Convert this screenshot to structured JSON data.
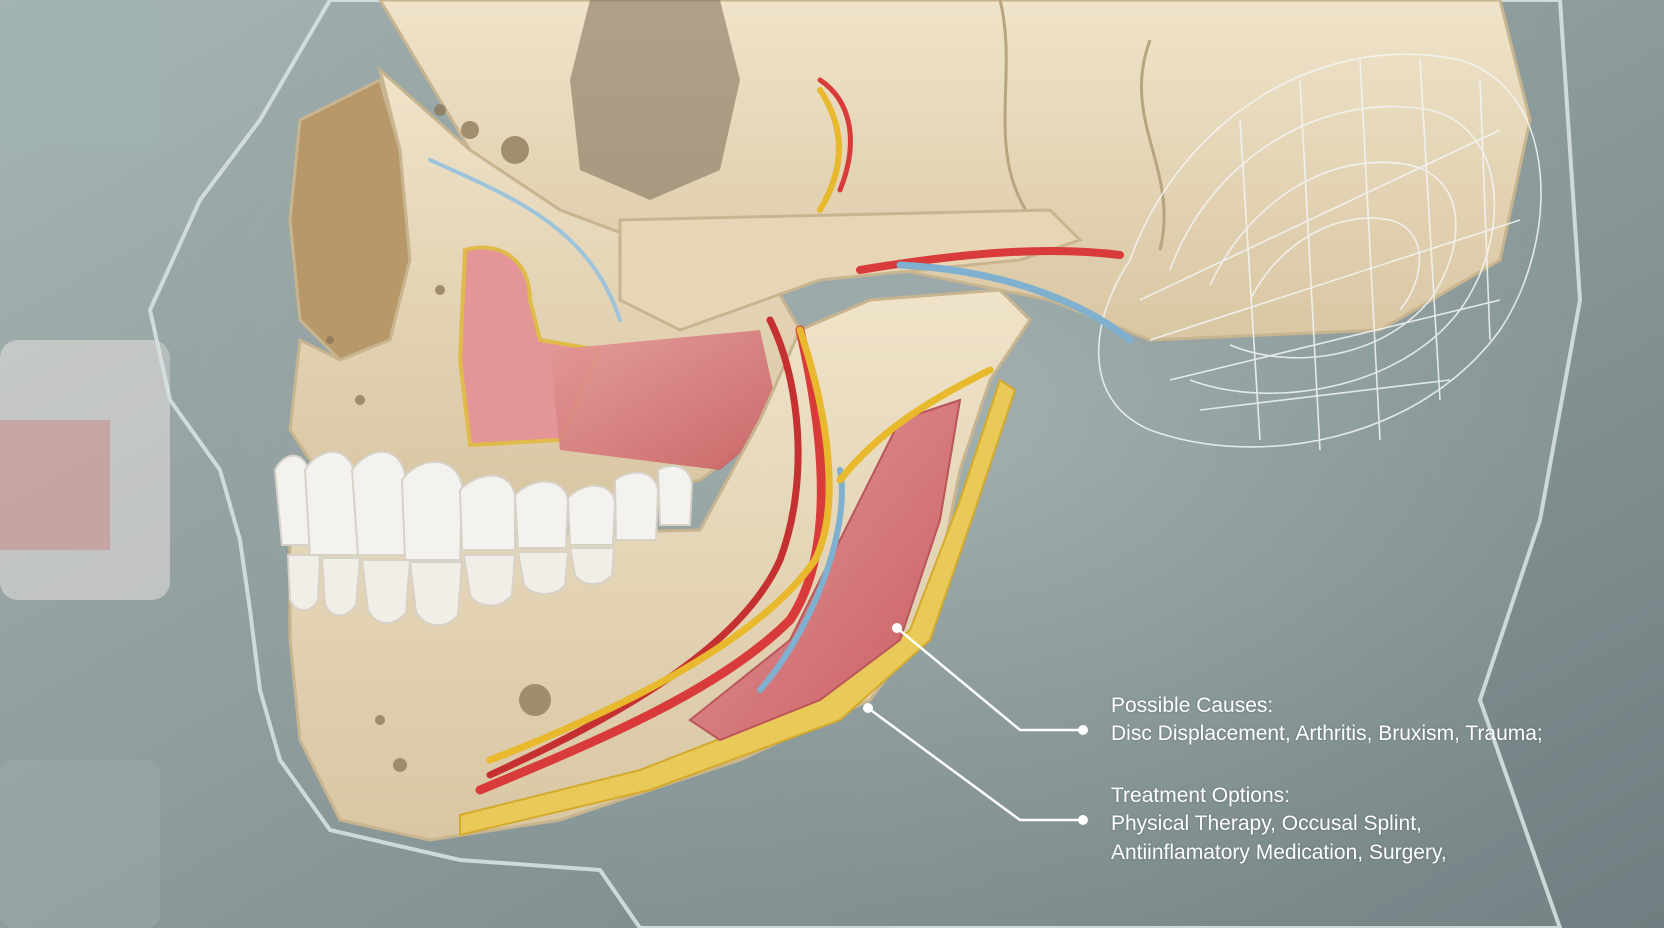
{
  "annotations": {
    "causes": {
      "title": "Possible Causes:",
      "text": "Disc Displacement, Arthritis, Bruxism, Trauma;"
    },
    "treatment": {
      "title": "Treatment Options:",
      "line1": "Physical Therapy, Occusal Splint,",
      "line2": "Antiinflamatory Medication, Surgery,"
    }
  },
  "colors": {
    "bone": "#e8d9bd",
    "bone_shadow": "#cdbb98",
    "marrow": "#e8c64f",
    "muscle": "#d9767a",
    "artery": "#d93a3a",
    "nerve": "#e8b92c",
    "vein": "#7fb0cf",
    "tooth": "#f4f2ee",
    "skin_outline": "#c9d6d8",
    "background": "#8e9c9c"
  }
}
